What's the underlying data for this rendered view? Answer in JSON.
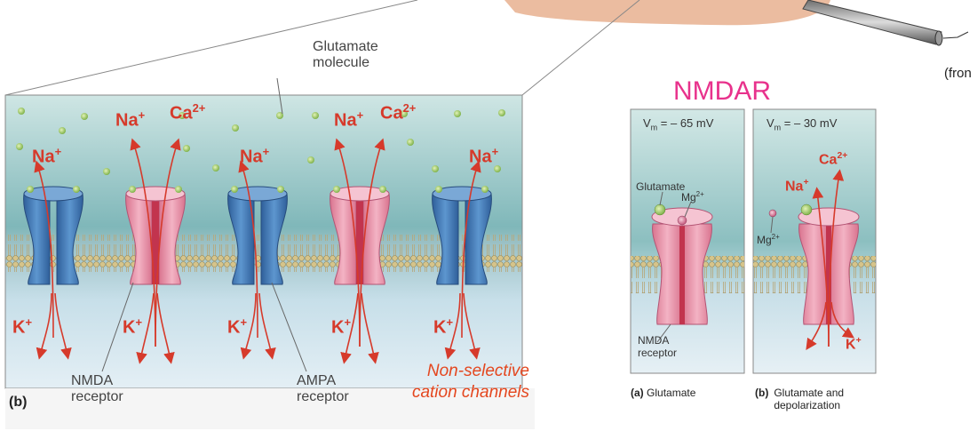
{
  "left_panel": {
    "glutamate_label": "Glutamate\nmolecule",
    "ions_top": [
      {
        "id": "na1",
        "text": "Na",
        "charge": "+"
      },
      {
        "id": "na2",
        "text": "Na",
        "charge": "+"
      },
      {
        "id": "ca1",
        "text": "Ca",
        "charge": "2+"
      },
      {
        "id": "na3",
        "text": "Na",
        "charge": "+"
      },
      {
        "id": "na4",
        "text": "Na",
        "charge": "+"
      },
      {
        "id": "ca2",
        "text": "Ca",
        "charge": "2+"
      },
      {
        "id": "na5",
        "text": "Na",
        "charge": "+"
      }
    ],
    "ions_bottom": [
      {
        "id": "k1",
        "text": "K",
        "charge": "+"
      },
      {
        "id": "k2",
        "text": "K",
        "charge": "+"
      },
      {
        "id": "k3",
        "text": "K",
        "charge": "+"
      },
      {
        "id": "k4",
        "text": "K",
        "charge": "+"
      },
      {
        "id": "k5",
        "text": "K",
        "charge": "+"
      }
    ],
    "nmda_label": "NMDA\nreceptor",
    "ampa_label": "AMPA\nreceptor",
    "panel_letter": "(b)",
    "nonselective": "Non-selective\ncation channels"
  },
  "right_panel": {
    "title": "NMDAR",
    "vm_a": "V",
    "vm_a_sub": "m",
    "vm_a_val": " = – 65 mV",
    "vm_b": "V",
    "vm_b_sub": "m",
    "vm_b_val": " = – 30 mV",
    "glutamate": "Glutamate",
    "mg_a": "Mg",
    "mg_charge": "2+",
    "mg_b": "Mg",
    "ca": "Ca",
    "ca_charge": "2+",
    "na": "Na",
    "na_charge": "+",
    "k": "K",
    "k_charge": "+",
    "nmda_receptor": "NMDA\nreceptor",
    "caption_a_letter": "(a)",
    "caption_a_text": "Glutamate",
    "caption_b_letter": "(b)",
    "caption_b_text": "Glutamate and\ndepolarization"
  },
  "top_right_fragment": "(fron",
  "colors": {
    "ion_red": "#d63a2b",
    "ampa_blue": "#4d86bf",
    "nmda_pink": "#ec9bb2",
    "nmdar_title": "#e8328c",
    "nonselective": "#e4471f",
    "glutamate_green": "#a8d170"
  }
}
